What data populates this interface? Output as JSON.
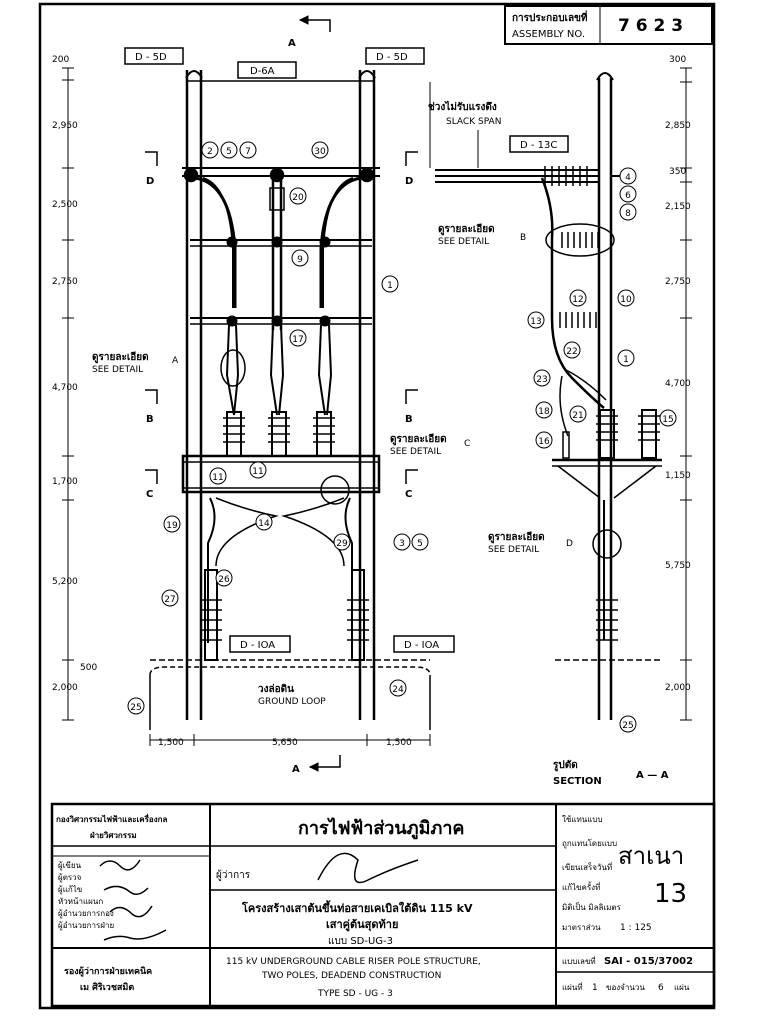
{
  "header": {
    "assembly_label_th": "การประกอบเลขที่",
    "assembly_label_en": "ASSEMBLY NO.",
    "assembly_no": "7 6 2 3"
  },
  "front_view": {
    "top_refs": [
      "D - 5D",
      "D - 5D"
    ],
    "crossarm_ref": "D-6A",
    "section_mark": "A",
    "dims_left": [
      "200",
      "2,950",
      "2,500",
      "2,750",
      "4,700",
      "1,700",
      "5,200",
      "500",
      "2,000"
    ],
    "section_letters": [
      "D",
      "D",
      "B",
      "B",
      "C",
      "C"
    ],
    "see_detail_a_th": "ดูรายละเอียด",
    "see_detail_a_en": "SEE DETAIL",
    "detail_letter_a": "A",
    "see_detail_c_th": "ดูรายละเอียด",
    "see_detail_c_en": "SEE DETAIL",
    "detail_letter_c": "C",
    "base_refs": [
      "D - IOA",
      "D - IOA"
    ],
    "ground_loop_th": "วงล่อดิน",
    "ground_loop_en": "GROUND LOOP",
    "bottom_dims": [
      "1,500",
      "5,650",
      "1,500"
    ],
    "item_numbers": {
      "top_cluster": [
        "2",
        "5",
        "7"
      ],
      "crossarm": "30",
      "n20": "20",
      "n9": "9",
      "n1": "1",
      "n17": "17",
      "n11a": "11",
      "n11b": "11",
      "n14": "14",
      "n19": "19",
      "n29": "29",
      "n3": "3",
      "n5": "5",
      "n26": "26",
      "n27": "27",
      "n24": "24",
      "n25": "25"
    }
  },
  "side_view": {
    "slack_span_th": "ช่วงไม่รับแรงดึง",
    "slack_span_en": "SLACK SPAN",
    "ref": "D - 13C",
    "dims_right": [
      "300",
      "2,850",
      "350",
      "2,150",
      "2,750",
      "4,700",
      "1,150",
      "5,750",
      "2,000"
    ],
    "see_detail_b_th": "ดูรายละเอียด",
    "see_detail_b_en": "SEE DETAIL",
    "detail_letter_b": "B",
    "see_detail_d_th": "ดูรายละเอียด",
    "see_detail_d_en": "SEE DETAIL",
    "detail_letter_d": "D",
    "section_th": "รูปตัด",
    "section_en": "SECTION",
    "section_id": "A — A",
    "item_numbers": [
      "4",
      "6",
      "8",
      "12",
      "10",
      "13",
      "22",
      "1",
      "23",
      "18",
      "21",
      "16",
      "15",
      "25"
    ]
  },
  "title_block": {
    "dept_th": "กองวิศวกรรมไฟฟ้าและเครื่องกล",
    "div_th": "ฝ่ายวิศวกรรม",
    "org_th": "การไฟฟ้าส่วนภูมิภาค",
    "role_labels": [
      "ผู้เขียน",
      "ผู้ตรวจ",
      "ผู้แก้ไข",
      "หัวหน้าแผนก",
      "ผู้อำนวยการกอง",
      "ผู้อำนวยการฝ่าย"
    ],
    "approver_label": "ผู้ว่าการ",
    "approver_sig_title": "รองผู้ว่าการฝ่ายเทคนิค",
    "approver_name": "เม ศิริเวชสมิต",
    "project_th_1": "โครงสร้างเสาต้นขึ้นท่อสายเคเบิลใต้ดิน 115 kV",
    "project_th_2": "เสาคู่ต้นสุดท้าย",
    "project_th_type": "แบบ SD-UG-3",
    "project_en_1": "115 kV UNDERGROUND CABLE RISER POLE STRUCTURE,",
    "project_en_2": "TWO POLES, DEADEND CONSTRUCTION",
    "project_en_3": "TYPE SD - UG - 3",
    "right_labels": [
      "ใช้แทนแบบ",
      "ถูกแทนโดยแบบ",
      "เขียนเสร็จวันที่",
      "แก้ไขครั้งที่",
      "มิติเป็น มิลลิเมตร",
      "มาตราส่วน"
    ],
    "scale": "1 : 125",
    "drawing_no_label": "แบบเลขที่",
    "drawing_no": "SAI - 015/37002",
    "sheet_label": "แผ่นที่",
    "sheet_no": "1",
    "of_label": "ของจำนวน",
    "sheet_total": "6",
    "sheet_unit": "แผ่น",
    "stamp_text": "สาเนา",
    "stamp_number": "13"
  }
}
